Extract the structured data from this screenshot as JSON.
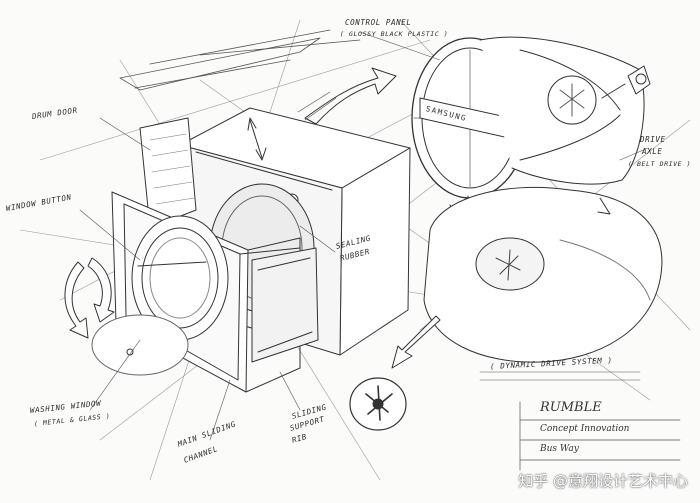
{
  "labels": {
    "control_panel": "CONTROL PANEL",
    "control_panel_sub": "( GLOSSY BLACK PLASTIC )",
    "drum_door": "DRUM DOOR",
    "window_button": "WINDOW BUTTON",
    "sealing_rubber_1": "SEALING",
    "sealing_rubber_2": "RUBBER",
    "drive_axle_1": "DRIVE",
    "drive_axle_2": "AXLE",
    "belt_drive": "( BELT DRIVE )",
    "dynamic_drive": "( DYNAMIC DRIVE SYSTEM )",
    "washing_window_1": "WASHING WINDOW",
    "washing_window_2": "( METAL & GLASS )",
    "main_sliding_1": "MAIN SLIDING",
    "main_sliding_2": "CHANNEL",
    "sliding_support_1": "SLIDING",
    "sliding_support_2": "SUPPORT",
    "sliding_support_3": "RIB"
  },
  "door_brand": "SAMSUNG",
  "title_block": {
    "name": "RUMBLE",
    "line1": "Concept Innovation",
    "line2": "Bus Way"
  },
  "watermark": "知乎 @意翔设计艺术中心"
}
